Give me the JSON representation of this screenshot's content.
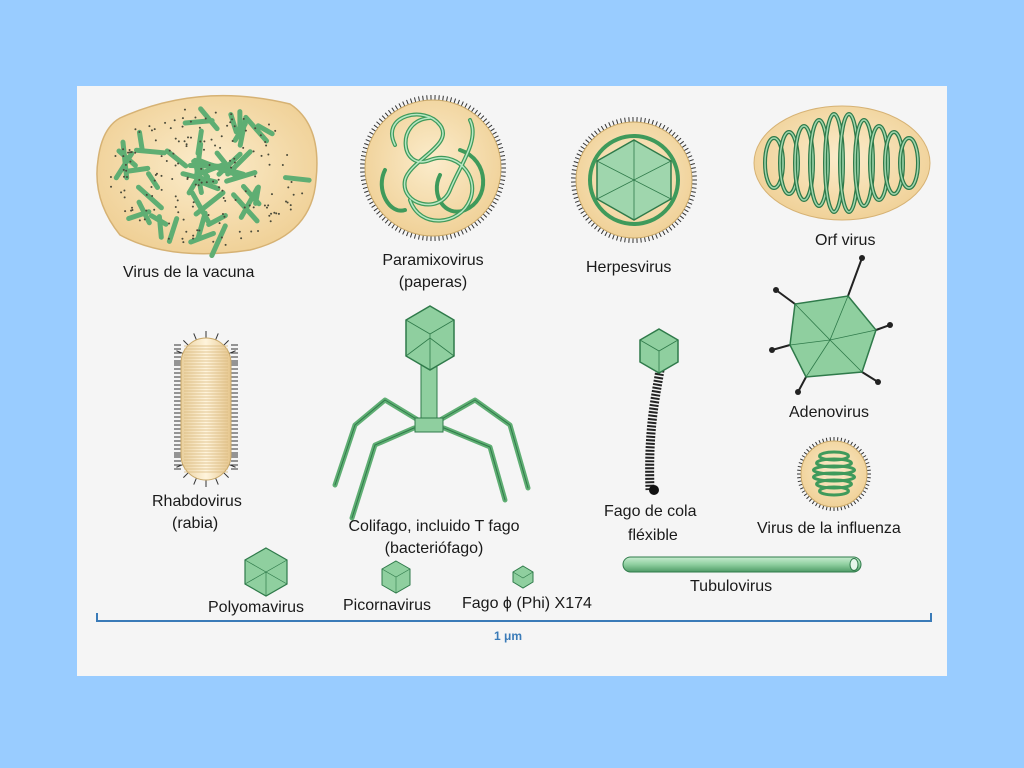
{
  "colors": {
    "page_bg": "#99ccff",
    "panel_bg": "#f5f5f5",
    "virus_green": "#8fcf9f",
    "virus_dark": "#2f7a4a",
    "capsule_tan": "#f3dcae",
    "scale_blue": "#3a7bb8"
  },
  "labels": {
    "vaccinia": "Virus de la vacuna",
    "paramyxo_1": "Paramixovirus",
    "paramyxo_2": "(paperas)",
    "herpes": "Herpesvirus",
    "orf": "Orf virus",
    "adeno": "Adenovirus",
    "rhabdo_1": "Rhabdovirus",
    "rhabdo_2": "(rabia)",
    "coliphage_1": "Colifago, incluido T fago",
    "coliphage_2": "(bacteriófago)",
    "flexible_phage_1": "Fago de cola",
    "flexible_phage_2": "fléxible",
    "influenza": "Virus de la influenza",
    "tubulo": "Tubulovirus",
    "polyoma": "Polyomavirus",
    "picorna": "Picornavirus",
    "phi_phage": "Fago ϕ (Phi) X174"
  },
  "scale": {
    "label": "1 μm"
  }
}
